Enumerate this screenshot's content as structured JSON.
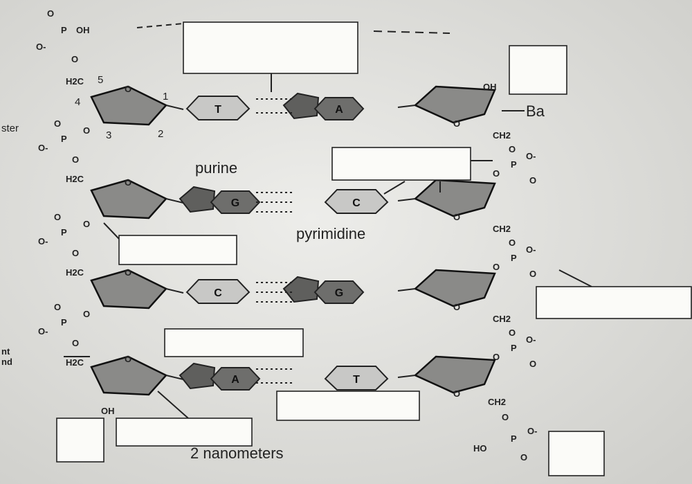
{
  "backbone": {
    "oh": "OH",
    "ominus": "O-",
    "p": "P",
    "o": "O",
    "h2c": "H2C",
    "ch2": "CH2",
    "ho": "HO"
  },
  "carbons": {
    "c1": "1",
    "c2": "2",
    "c3": "3",
    "c4": "4",
    "c5": "5"
  },
  "pairs": [
    {
      "left": "T",
      "right": "A"
    },
    {
      "left": "G",
      "right": "C"
    },
    {
      "left": "C",
      "right": "G"
    },
    {
      "left": "A",
      "right": "T"
    }
  ],
  "labels": {
    "purine": "purine",
    "pyrimidine": "pyrimidine",
    "width": "2 nanometers",
    "ba_partial": "Ba",
    "ster_partial": "ster",
    "nt_partial": "nt",
    "nd_partial": "nd"
  },
  "colors": {
    "paper": "#e9e9e6",
    "sugar": "#8a8a88",
    "purine": "#6e6e6c",
    "pyrimidine": "#c8c8c6"
  }
}
